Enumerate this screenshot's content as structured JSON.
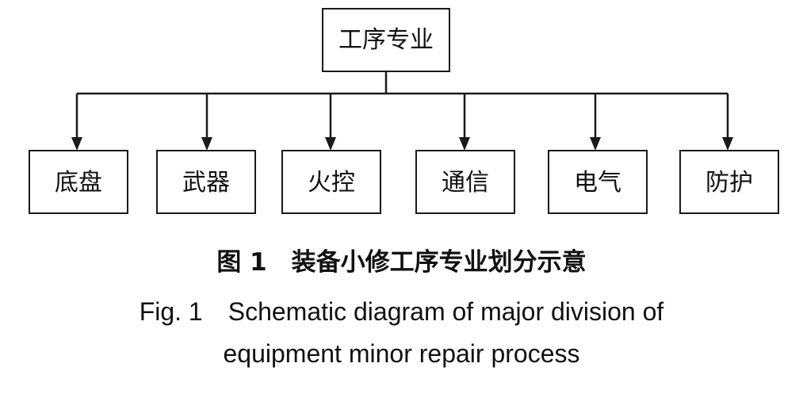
{
  "diagram": {
    "root": {
      "label": "工序专业"
    },
    "children": [
      {
        "label": "底盘"
      },
      {
        "label": "武器"
      },
      {
        "label": "火控"
      },
      {
        "label": "通信"
      },
      {
        "label": "电气"
      },
      {
        "label": "防护"
      }
    ]
  },
  "caption": {
    "cn": "图 1　装备小修工序专业划分示意",
    "en_line1": "Fig. 1　Schematic diagram of major division of",
    "en_line2": "equipment minor repair process"
  }
}
